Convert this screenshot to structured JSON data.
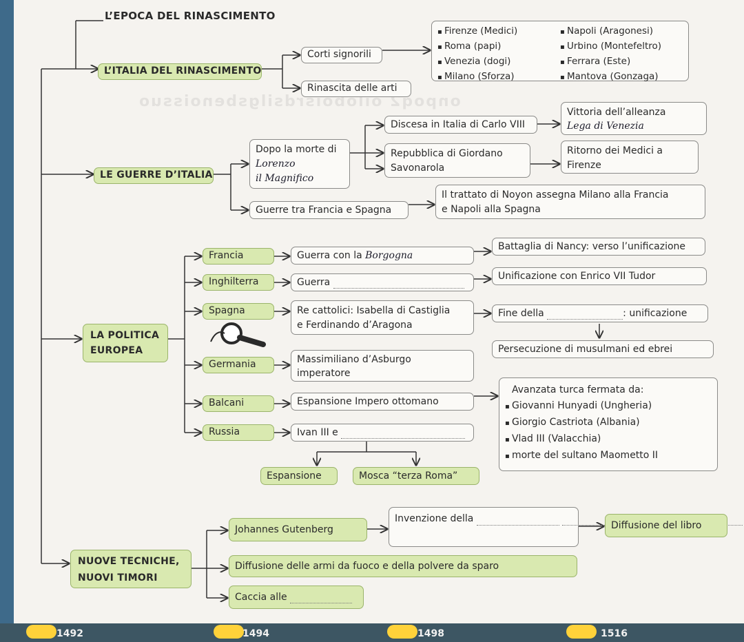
{
  "title": "L’EPOCA DEL RINASCIMENTO",
  "italia": {
    "label": "L’ITALIA DEL RINASCIMENTO",
    "corti": "Corti signorili",
    "rinascita": "Rinascita delle arti",
    "states_left": [
      "Firenze (Medici)",
      "Roma (papi)",
      "Venezia (dogi)",
      "Milano (Sforza)"
    ],
    "states_right": [
      "Napoli (Aragonesi)",
      "Urbino (Montefeltro)",
      "Ferrara (Este)",
      "Mantova (Gonzaga)"
    ]
  },
  "guerre": {
    "label": "LE GUERRE D’ITALIA",
    "dopo_morte": "Dopo la morte di",
    "hand_1": "Lorenzo",
    "hand_2": "il Magnifico",
    "discesa": "Discesa in Italia di Carlo VIII",
    "vittoria": "Vittoria dell’alleanza",
    "hand_3": "Lega di Venezia",
    "repubblica_1": "Repubblica di Giordano",
    "repubblica_2": "Savonarola",
    "ritorno_1": "Ritorno dei Medici a",
    "ritorno_2": "Firenze",
    "francia_spagna": "Guerre tra Francia e Spagna",
    "trattato_1": "Il trattato di Noyon assegna Milano alla Francia",
    "trattato_2": "e Napoli alla Spagna"
  },
  "politica": {
    "label_1": "LA POLITICA",
    "label_2": "EUROPEA",
    "countries": [
      "Francia",
      "Inghilterra",
      "Spagna",
      "Germania",
      "Balcani",
      "Russia"
    ],
    "francia_mid": "Guerra con la",
    "francia_hand": "Borgogna",
    "francia_right": "Battaglia di Nancy: verso l’unificazione",
    "inghilterra_mid": "Guerra",
    "inghilterra_right": "Unificazione con Enrico VII Tudor",
    "spagna_mid_1": "Re cattolici: Isabella di Castiglia",
    "spagna_mid_2": "e Ferdinando d’Aragona",
    "spagna_right_a": "Fine della",
    "spagna_right_b": ": unificazione",
    "spagna_right_2": "Persecuzione di musulmani ed ebrei",
    "germania_mid_1": "Massimiliano d’Asburgo",
    "germania_mid_2": "imperatore",
    "balcani_mid": "Espansione Impero ottomano",
    "avanzata_title": "Avanzata turca fermata da:",
    "avanzata_items": [
      "Giovanni Hunyadi (Ungheria)",
      "Giorgio Castriota (Albania)",
      "Vlad III (Valacchia)",
      "morte del sultano Maometto II"
    ],
    "russia_mid": "Ivan III e",
    "espansione": "Espansione",
    "mosca": "Mosca “terza Roma”"
  },
  "tecniche": {
    "label_1": "NUOVE TECNICHE,",
    "label_2": "NUOVI TIMORI",
    "gutenberg": "Johannes Gutenberg",
    "invenzione": "Invenzione della",
    "diffusione_libro": "Diffusione del libro",
    "armi": "Diffusione delle armi da fuoco e della polvere da sparo",
    "caccia": "Caccia alle"
  },
  "timeline": [
    "1492",
    "1494",
    "1498",
    "1516"
  ]
}
